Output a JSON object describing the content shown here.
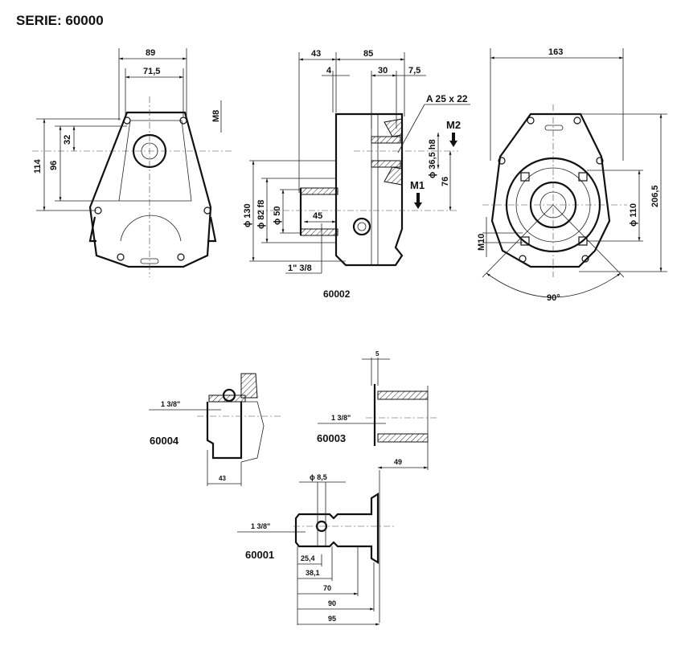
{
  "title": "SERIE: 60000",
  "front_view": {
    "width_89": "89",
    "width_71_5": "71,5",
    "height_114": "114",
    "height_96": "96",
    "height_32": "32",
    "thread_m8": "M8"
  },
  "side_view": {
    "model": "60002",
    "dim_43": "43",
    "dim_85": "85",
    "dim_4": "4",
    "dim_30": "30",
    "dim_7_5": "7,5",
    "key": "A 25 x 22",
    "m2": "M2",
    "m1": "M1",
    "shaft_dia": "ϕ 36,5 h8",
    "dim_76": "76",
    "dia_130": "ϕ 130",
    "dia_82": "ϕ 82 f8",
    "dia_50": "ϕ 50",
    "dim_45": "45",
    "thread": "1\" 3/8"
  },
  "rear_view": {
    "width_163": "163",
    "height_206_5": "206,5",
    "dia_110": "ϕ 110",
    "thread_m10": "M10",
    "angle": "90°"
  },
  "variant_60004": {
    "model": "60004",
    "shaft": "1  3/8\"",
    "dim_43": "43"
  },
  "variant_60003": {
    "model": "60003",
    "shaft": "1  3/8\"",
    "dim_5": "5",
    "dim_49": "49"
  },
  "variant_60001": {
    "model": "60001",
    "shaft": "1  3/8\"",
    "hole": "ϕ 8,5",
    "d1": "25,4",
    "d2": "38,1",
    "d3": "70",
    "d4": "90",
    "d5": "95"
  }
}
